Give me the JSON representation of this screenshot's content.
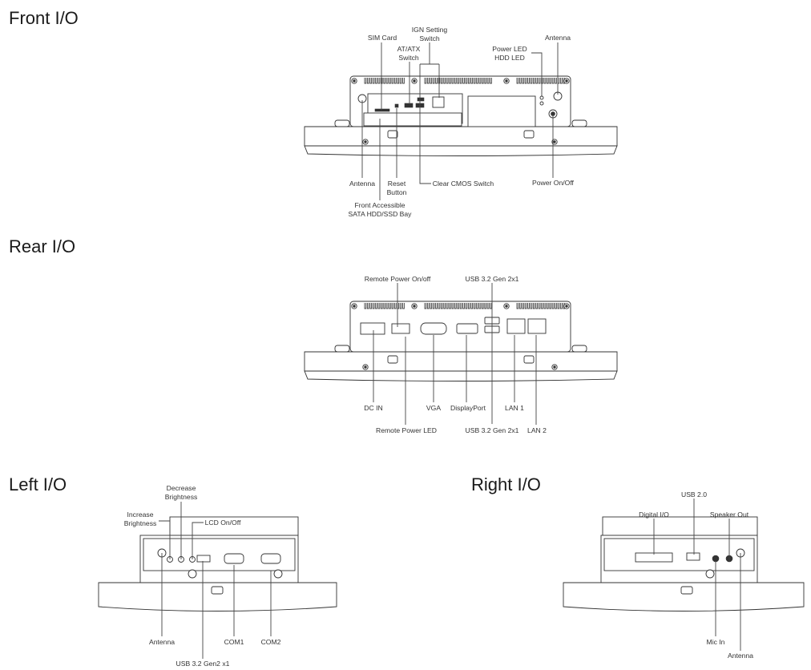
{
  "sections": {
    "front": {
      "title": "Front I/O",
      "labels": {
        "sim_card": [
          "SIM Card"
        ],
        "ign_setting": [
          "IGN Setting",
          "Switch"
        ],
        "at_atx": [
          "AT/ATX",
          "Switch"
        ],
        "power_hdd_led": [
          "Power LED",
          "HDD LED"
        ],
        "antenna_top": [
          "Antenna"
        ],
        "antenna_bottom": [
          "Antenna"
        ],
        "reset": [
          "Reset",
          "Button"
        ],
        "sata_bay": [
          "Front Accessible",
          "SATA HDD/SSD Bay"
        ],
        "clear_cmos": [
          "Clear CMOS Switch"
        ],
        "power_onoff": [
          "Power On/Off"
        ]
      }
    },
    "rear": {
      "title": "Rear I/O",
      "labels": {
        "remote_power": [
          "Remote Power On/off"
        ],
        "usb_top": [
          "USB 3.2 Gen 2x1"
        ],
        "dc_in": [
          "DC IN"
        ],
        "vga": [
          "VGA"
        ],
        "displayport": [
          "DisplayPort"
        ],
        "lan1": [
          "LAN 1"
        ],
        "remote_led": [
          "Remote Power LED"
        ],
        "usb_bottom": [
          "USB 3.2 Gen 2x1"
        ],
        "lan2": [
          "LAN 2"
        ]
      }
    },
    "left": {
      "title": "Left I/O",
      "labels": {
        "decrease": [
          "Decrease",
          "Brightness"
        ],
        "increase": [
          "Increase",
          "Brightness"
        ],
        "lcd": [
          "LCD On/Off"
        ],
        "antenna": [
          "Antenna"
        ],
        "com1": [
          "COM1"
        ],
        "com2": [
          "COM2"
        ],
        "usb": [
          "USB 3.2 Gen2 x1"
        ]
      }
    },
    "right": {
      "title": "Right I/O",
      "labels": {
        "usb2": [
          "USB 2.0"
        ],
        "dio": [
          "Digital I/O"
        ],
        "speaker": [
          "Speaker Out"
        ],
        "mic": [
          "Mic In"
        ],
        "antenna": [
          "Antenna"
        ]
      }
    }
  }
}
